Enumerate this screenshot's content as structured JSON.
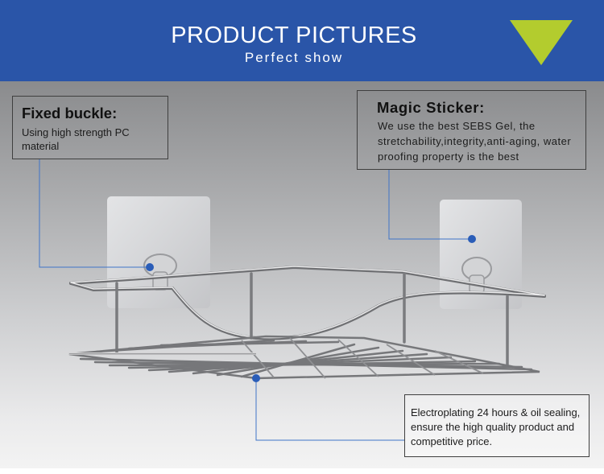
{
  "header": {
    "title": "PRODUCT PICTURES",
    "subtitle": "Perfect show"
  },
  "callouts": {
    "fixed_buckle": {
      "title": "Fixed buckle:",
      "text": "Using high strength PC material"
    },
    "magic_sticker": {
      "title": "Magic Sticker:",
      "text": "We use the best SEBS Gel, the stretchability,integrity,anti-aging, water proofing property is the best"
    },
    "electroplating": {
      "text": "Electroplating 24 hours & oil sealing, ensure the high quality product and competitive price."
    }
  },
  "colors": {
    "header_background": "#2a55a8",
    "triangle": "#b3cc2e",
    "marker_dot": "#2a5db8",
    "leader_line": "#3f74c8"
  },
  "icons": {
    "header_triangle": "triangle-down-icon"
  }
}
